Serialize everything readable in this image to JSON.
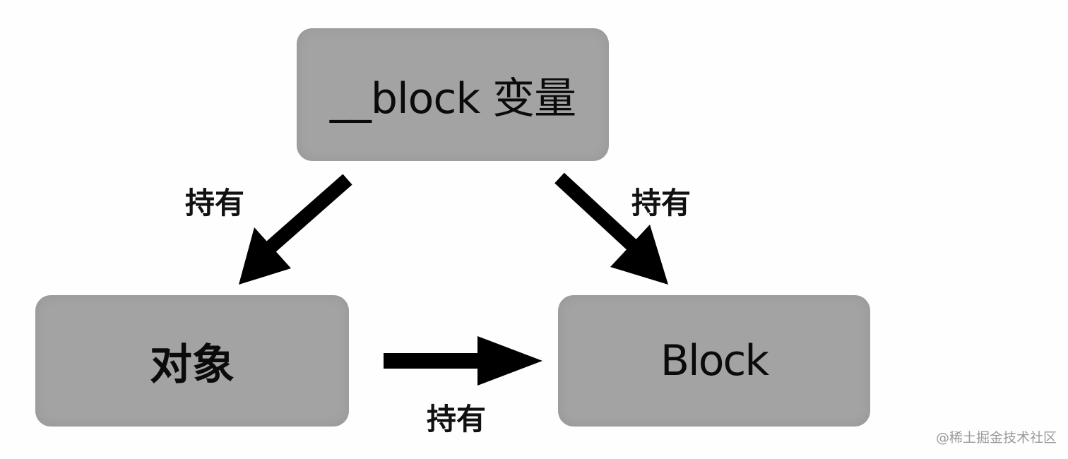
{
  "nodes": {
    "block_variable": "__block 变量",
    "object": "对象",
    "block": "Block"
  },
  "edges": [
    {
      "from": "block_variable",
      "to": "object",
      "label": "持有"
    },
    {
      "from": "block_variable",
      "to": "block",
      "label": "持有"
    },
    {
      "from": "object",
      "to": "block",
      "label": "持有"
    }
  ],
  "watermark": "@稀土掘金技术社区",
  "colors": {
    "node_fill": "#a3a3a3",
    "arrow": "#000000",
    "text": "#0b0b0b"
  }
}
